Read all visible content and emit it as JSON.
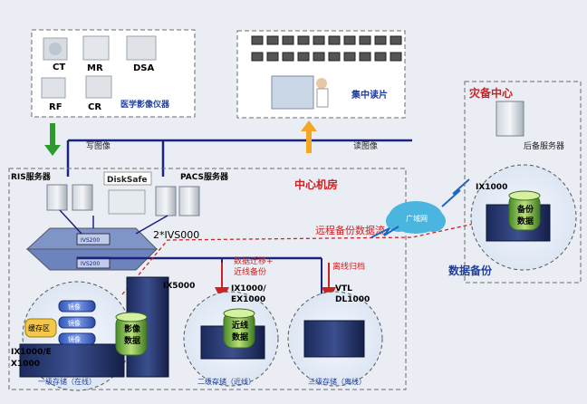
{
  "devices": {
    "ct": "CT",
    "mr": "MR",
    "dsa": "DSA",
    "rf": "RF",
    "cr": "CR",
    "group_label": "医学影像仪器"
  },
  "reading": {
    "label": "集中读片"
  },
  "flows": {
    "write": "写图像",
    "read": "读图像",
    "remote_backup": "远程备份数据流",
    "migrate_line1": "数据迁移+",
    "migrate_line2": "近线备份",
    "offline_archive": "离线归档",
    "data_backup": "数据备份"
  },
  "servers": {
    "ris": "RIS服务器",
    "disksafe": "DiskSafe",
    "pacs": "PACS服务器",
    "center": "中心机房",
    "ivs": "2*IVS000",
    "switch1": "IVS200",
    "switch2": "IVS200"
  },
  "dr": {
    "title": "灾备中心",
    "backup_server": "后备服务器",
    "storage": "IX1000",
    "disk_line1": "备份",
    "disk_line2": "数据",
    "wan": "广域网"
  },
  "storage": {
    "ix5000": "IX5000",
    "ix1000_left_l1": "IX1000/E",
    "ix1000_left_l2": "X1000",
    "cache": "缓存区",
    "block1": "镜像",
    "block2": "镜像",
    "block3": "镜像",
    "image_data_l1": "影像",
    "image_data_l2": "数据",
    "tier1": "一级存储（在线）",
    "nearline_model_l1": "IX1000/",
    "nearline_model_l2": "EX1000",
    "nearline_l1": "近线",
    "nearline_l2": "数据",
    "tier2": "二级存储（近线）",
    "vtl_l1": "VTL",
    "vtl_l2": "DL1000",
    "tier3": "三级存储（离线）"
  },
  "colors": {
    "green_arrow": "#2e9a2e",
    "orange_arrow": "#f5a623",
    "red": "#cc2222",
    "navy": "#1a237e",
    "blue_text": "#1f3f9f"
  }
}
